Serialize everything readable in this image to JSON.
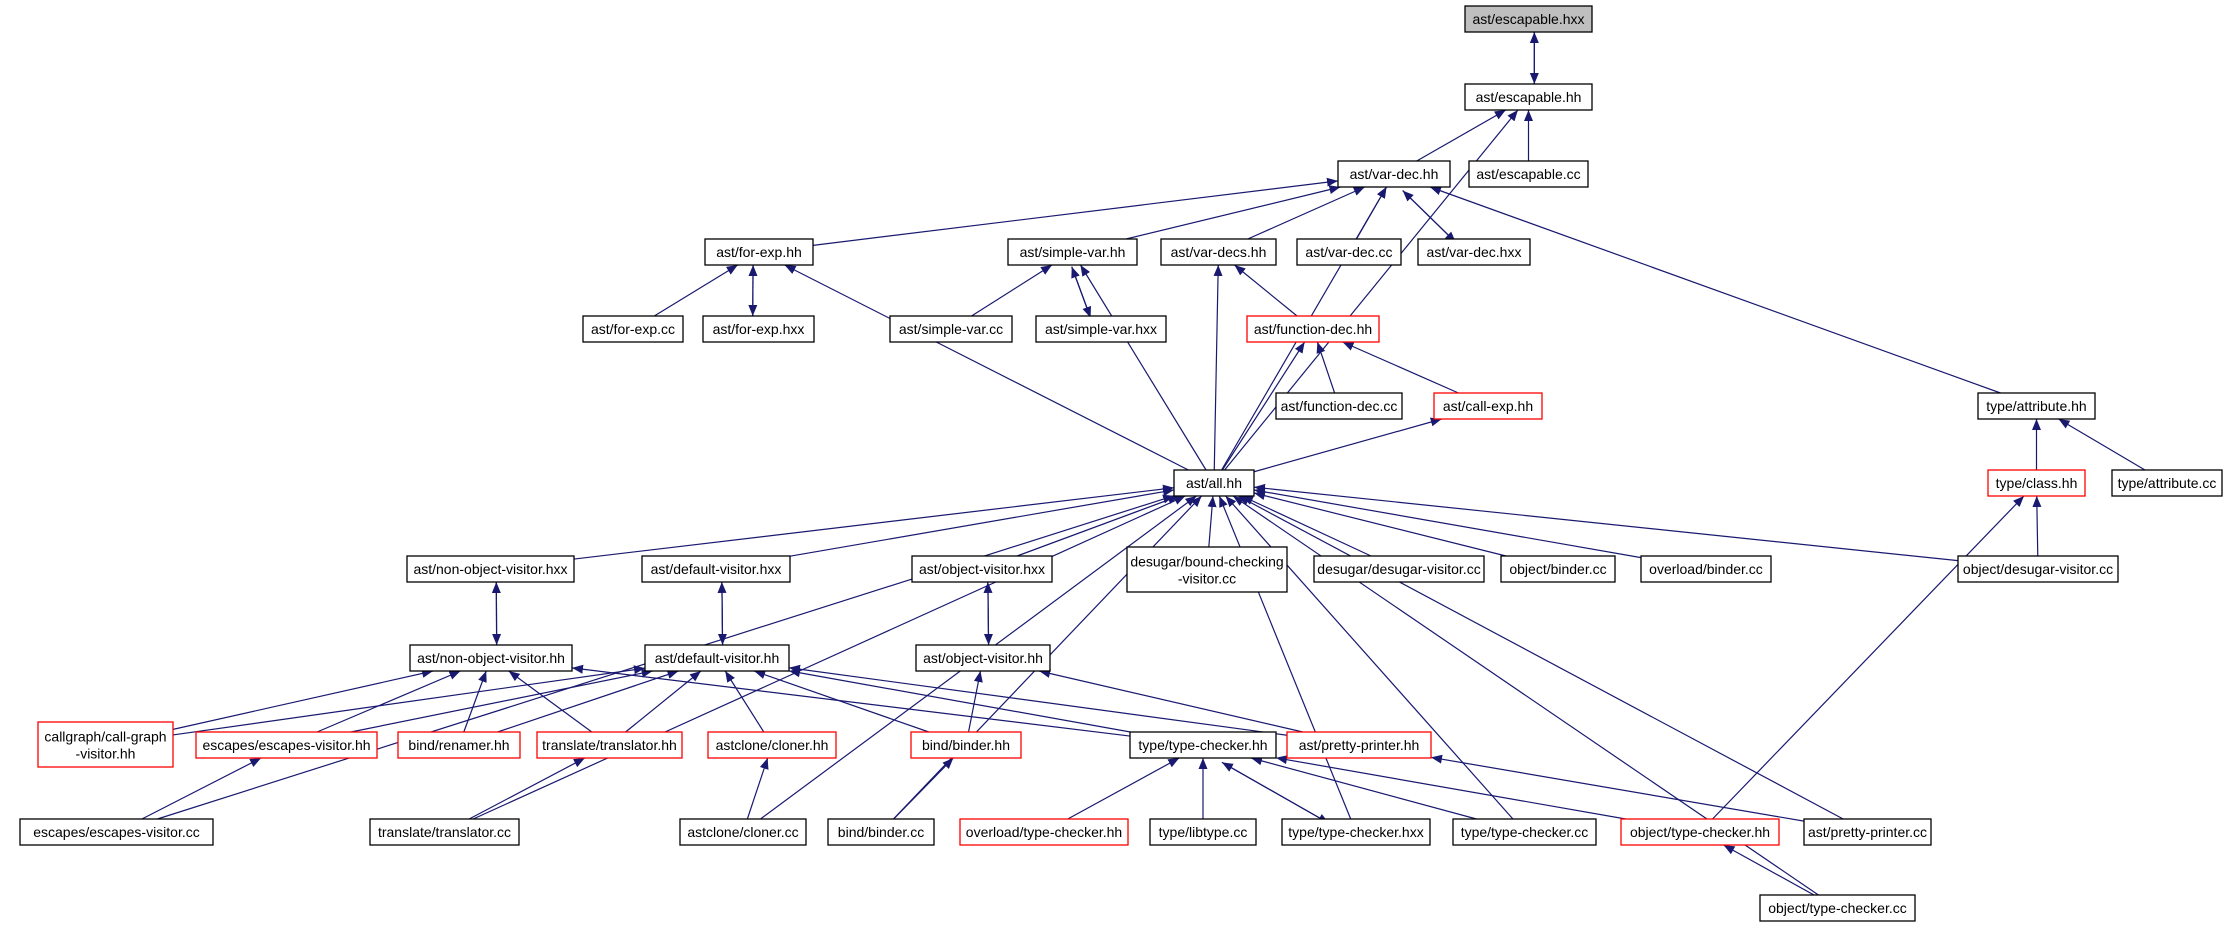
{
  "nodes": [
    {
      "id": "escapable_hxx",
      "label": "ast/escapable.hxx",
      "red": false,
      "highlight": true
    },
    {
      "id": "escapable_hh",
      "label": "ast/escapable.hh",
      "red": false
    },
    {
      "id": "escapable_cc",
      "label": "ast/escapable.cc",
      "red": false
    },
    {
      "id": "var_dec_hh",
      "label": "ast/var-dec.hh",
      "red": false
    },
    {
      "id": "for_exp_hh",
      "label": "ast/for-exp.hh",
      "red": false
    },
    {
      "id": "simple_var_hh",
      "label": "ast/simple-var.hh",
      "red": false
    },
    {
      "id": "var_decs_hh",
      "label": "ast/var-decs.hh",
      "red": false
    },
    {
      "id": "var_dec_cc",
      "label": "ast/var-dec.cc",
      "red": false
    },
    {
      "id": "var_dec_hxx",
      "label": "ast/var-dec.hxx",
      "red": false
    },
    {
      "id": "for_exp_cc",
      "label": "ast/for-exp.cc",
      "red": false
    },
    {
      "id": "for_exp_hxx",
      "label": "ast/for-exp.hxx",
      "red": false
    },
    {
      "id": "simple_var_cc",
      "label": "ast/simple-var.cc",
      "red": false
    },
    {
      "id": "simple_var_hxx",
      "label": "ast/simple-var.hxx",
      "red": false
    },
    {
      "id": "function_dec_hh",
      "label": "ast/function-dec.hh",
      "red": true
    },
    {
      "id": "function_dec_cc",
      "label": "ast/function-dec.cc",
      "red": false
    },
    {
      "id": "call_exp_hh",
      "label": "ast/call-exp.hh",
      "red": true
    },
    {
      "id": "attribute_hh",
      "label": "type/attribute.hh",
      "red": false
    },
    {
      "id": "class_hh",
      "label": "type/class.hh",
      "red": true
    },
    {
      "id": "attribute_cc",
      "label": "type/attribute.cc",
      "red": false
    },
    {
      "id": "all_hh",
      "label": "ast/all.hh",
      "red": false
    },
    {
      "id": "non_obj_hxx",
      "label": "ast/non-object-visitor.hxx",
      "red": false
    },
    {
      "id": "default_hxx",
      "label": "ast/default-visitor.hxx",
      "red": false
    },
    {
      "id": "object_hxx",
      "label": "ast/object-visitor.hxx",
      "red": false
    },
    {
      "id": "bound_checking",
      "label": "desugar/bound-checking-visitor.cc",
      "red": false,
      "lines": [
        "desugar/bound-checking",
        "-visitor.cc"
      ]
    },
    {
      "id": "desugar_visitor",
      "label": "desugar/desugar-visitor.cc",
      "red": false
    },
    {
      "id": "object_binder_cc",
      "label": "object/binder.cc",
      "red": false
    },
    {
      "id": "overload_binder_cc",
      "label": "overload/binder.cc",
      "red": false
    },
    {
      "id": "object_desugar",
      "label": "object/desugar-visitor.cc",
      "red": false
    },
    {
      "id": "non_obj_hh",
      "label": "ast/non-object-visitor.hh",
      "red": false
    },
    {
      "id": "default_hh",
      "label": "ast/default-visitor.hh",
      "red": false
    },
    {
      "id": "object_hh",
      "label": "ast/object-visitor.hh",
      "red": false
    },
    {
      "id": "callgraph",
      "label": "callgraph/call-graph-visitor.hh",
      "red": true,
      "lines": [
        "callgraph/call-graph",
        "-visitor.hh"
      ]
    },
    {
      "id": "escapes_hh",
      "label": "escapes/escapes-visitor.hh",
      "red": true
    },
    {
      "id": "renamer_hh",
      "label": "bind/renamer.hh",
      "red": true
    },
    {
      "id": "translator_hh",
      "label": "translate/translator.hh",
      "red": true
    },
    {
      "id": "cloner_hh",
      "label": "astclone/cloner.hh",
      "red": true
    },
    {
      "id": "binder_hh",
      "label": "bind/binder.hh",
      "red": true
    },
    {
      "id": "type_checker_hh",
      "label": "type/type-checker.hh",
      "red": false
    },
    {
      "id": "pretty_printer_hh",
      "label": "ast/pretty-printer.hh",
      "red": true
    },
    {
      "id": "escapes_cc",
      "label": "escapes/escapes-visitor.cc",
      "red": false
    },
    {
      "id": "translator_cc",
      "label": "translate/translator.cc",
      "red": false
    },
    {
      "id": "cloner_cc",
      "label": "astclone/cloner.cc",
      "red": false
    },
    {
      "id": "binder_cc",
      "label": "bind/binder.cc",
      "red": false
    },
    {
      "id": "overload_tc_hh",
      "label": "overload/type-checker.hh",
      "red": true
    },
    {
      "id": "libtype_cc",
      "label": "type/libtype.cc",
      "red": false
    },
    {
      "id": "type_checker_hxx",
      "label": "type/type-checker.hxx",
      "red": false
    },
    {
      "id": "type_checker_cc",
      "label": "type/type-checker.cc",
      "red": false
    },
    {
      "id": "object_tc_hh",
      "label": "object/type-checker.hh",
      "red": true
    },
    {
      "id": "pretty_printer_cc",
      "label": "ast/pretty-printer.cc",
      "red": false
    },
    {
      "id": "object_tc_cc",
      "label": "object/type-checker.cc",
      "red": false
    }
  ],
  "edges": [
    [
      "escapable_hh",
      "escapable_hxx"
    ],
    [
      "escapable_hxx",
      "escapable_hh"
    ],
    [
      "var_dec_hh",
      "escapable_hh"
    ],
    [
      "escapable_cc",
      "escapable_hh"
    ],
    [
      "all_hh",
      "escapable_hh"
    ],
    [
      "for_exp_hh",
      "var_dec_hh"
    ],
    [
      "simple_var_hh",
      "var_dec_hh"
    ],
    [
      "var_decs_hh",
      "var_dec_hh"
    ],
    [
      "var_dec_cc",
      "var_dec_hh"
    ],
    [
      "var_dec_hxx",
      "var_dec_hh"
    ],
    [
      "var_dec_hh",
      "var_dec_hxx"
    ],
    [
      "attribute_hh",
      "var_dec_hh"
    ],
    [
      "all_hh",
      "var_dec_hh"
    ],
    [
      "for_exp_cc",
      "for_exp_hh"
    ],
    [
      "for_exp_hxx",
      "for_exp_hh"
    ],
    [
      "for_exp_hh",
      "for_exp_hxx"
    ],
    [
      "all_hh",
      "for_exp_hh"
    ],
    [
      "simple_var_cc",
      "simple_var_hh"
    ],
    [
      "simple_var_hxx",
      "simple_var_hh"
    ],
    [
      "simple_var_hh",
      "simple_var_hxx"
    ],
    [
      "all_hh",
      "simple_var_hh"
    ],
    [
      "function_dec_hh",
      "var_decs_hh"
    ],
    [
      "all_hh",
      "var_decs_hh"
    ],
    [
      "function_dec_cc",
      "function_dec_hh"
    ],
    [
      "call_exp_hh",
      "function_dec_hh"
    ],
    [
      "all_hh",
      "function_dec_hh"
    ],
    [
      "all_hh",
      "call_exp_hh"
    ],
    [
      "class_hh",
      "attribute_hh"
    ],
    [
      "attribute_cc",
      "attribute_hh"
    ],
    [
      "object_desugar",
      "class_hh"
    ],
    [
      "object_tc_hh",
      "class_hh"
    ],
    [
      "non_obj_hxx",
      "all_hh"
    ],
    [
      "default_hxx",
      "all_hh"
    ],
    [
      "object_hxx",
      "all_hh"
    ],
    [
      "bound_checking",
      "all_hh"
    ],
    [
      "desugar_visitor",
      "all_hh"
    ],
    [
      "object_binder_cc",
      "all_hh"
    ],
    [
      "overload_binder_cc",
      "all_hh"
    ],
    [
      "object_desugar",
      "all_hh"
    ],
    [
      "escapes_cc",
      "all_hh"
    ],
    [
      "translator_cc",
      "all_hh"
    ],
    [
      "cloner_cc",
      "all_hh"
    ],
    [
      "binder_cc",
      "all_hh"
    ],
    [
      "type_checker_cc",
      "all_hh"
    ],
    [
      "type_checker_hxx",
      "all_hh"
    ],
    [
      "pretty_printer_cc",
      "all_hh"
    ],
    [
      "object_tc_cc",
      "all_hh"
    ],
    [
      "non_obj_hh",
      "non_obj_hxx"
    ],
    [
      "non_obj_hxx",
      "non_obj_hh"
    ],
    [
      "default_hh",
      "default_hxx"
    ],
    [
      "default_hxx",
      "default_hh"
    ],
    [
      "object_hh",
      "object_hxx"
    ],
    [
      "object_hxx",
      "object_hh"
    ],
    [
      "callgraph",
      "non_obj_hh"
    ],
    [
      "escapes_hh",
      "non_obj_hh"
    ],
    [
      "renamer_hh",
      "non_obj_hh"
    ],
    [
      "translator_hh",
      "non_obj_hh"
    ],
    [
      "type_checker_hh",
      "non_obj_hh"
    ],
    [
      "callgraph",
      "default_hh"
    ],
    [
      "escapes_hh",
      "default_hh"
    ],
    [
      "renamer_hh",
      "default_hh"
    ],
    [
      "translator_hh",
      "default_hh"
    ],
    [
      "cloner_hh",
      "default_hh"
    ],
    [
      "binder_hh",
      "default_hh"
    ],
    [
      "type_checker_hh",
      "default_hh"
    ],
    [
      "pretty_printer_hh",
      "default_hh"
    ],
    [
      "binder_hh",
      "object_hh"
    ],
    [
      "pretty_printer_hh",
      "object_hh"
    ],
    [
      "escapes_cc",
      "escapes_hh"
    ],
    [
      "translator_cc",
      "translator_hh"
    ],
    [
      "cloner_cc",
      "cloner_hh"
    ],
    [
      "binder_cc",
      "binder_hh"
    ],
    [
      "overload_tc_hh",
      "type_checker_hh"
    ],
    [
      "libtype_cc",
      "type_checker_hh"
    ],
    [
      "type_checker_hxx",
      "type_checker_hh"
    ],
    [
      "type_checker_hh",
      "type_checker_hxx"
    ],
    [
      "type_checker_cc",
      "type_checker_hh"
    ],
    [
      "object_tc_hh",
      "type_checker_hh"
    ],
    [
      "pretty_printer_cc",
      "pretty_printer_hh"
    ],
    [
      "object_tc_cc",
      "object_tc_hh"
    ]
  ],
  "colors": {
    "edge": "#191970",
    "border": "#000000",
    "border_red": "#ff0000",
    "highlight_fill": "#bfbfbf",
    "fill": "#ffffff",
    "text": "#000000"
  }
}
